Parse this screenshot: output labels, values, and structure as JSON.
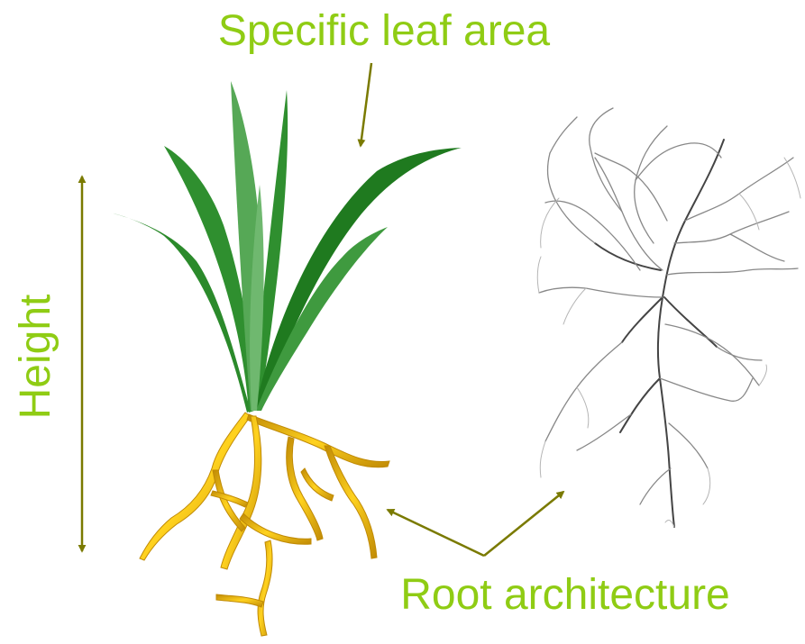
{
  "labels": {
    "leaf": "Specific leaf area",
    "height": "Height",
    "root": "Root architecture"
  },
  "colors": {
    "label_text": "#8fcc14",
    "arrow": "#7a7a00",
    "leaf_dark": "#1f7a1f",
    "leaf_light": "#6fb86f",
    "root_fill": "#f2bf0a",
    "root_dark": "#c08a05",
    "root_scan": "#3a3a3a"
  }
}
